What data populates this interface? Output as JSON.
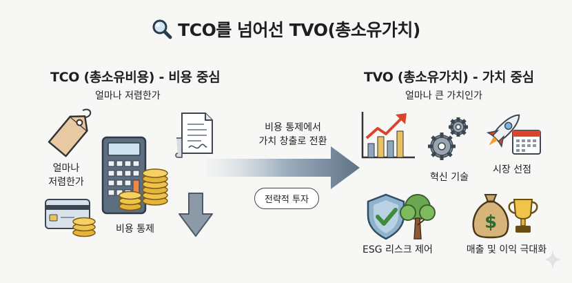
{
  "title": "TCO를 넘어선 TVO(총소유가치)",
  "left": {
    "heading": "TCO (총소유비용) - 비용 중심",
    "subheading": "얼마나 저렴한가",
    "tag_label_line1": "얼마나",
    "tag_label_line2": "저렴한가",
    "calc_label": "비용 통제"
  },
  "center": {
    "arrow_line1": "비용 통제에서",
    "arrow_line2": "가치 창출로 전환",
    "pill": "전략적 투자"
  },
  "right": {
    "heading": "TVO (총소유가치) - 가치 중심",
    "subheading": "얼마나 큰 가치인가",
    "innovation_label": "혁신 기술",
    "market_label": "시장 선점",
    "esg_label": "ESG 리스크 제어",
    "revenue_label": "매출 및 이익 극대화"
  },
  "icons": {
    "title": "magnifier-icon",
    "tag": "price-tag-icon",
    "calculator": "calculator-icon",
    "document": "document-icon",
    "card": "credit-card-icon",
    "down": "down-arrow-icon",
    "chart": "growth-chart-icon",
    "gears": "gears-icon",
    "rocket": "rocket-icon",
    "calendar": "calendar-icon",
    "shield": "shield-check-icon",
    "tree": "tree-icon",
    "moneybag": "money-bag-icon",
    "trophy": "trophy-icon",
    "sparkle": "sparkle-icon"
  }
}
